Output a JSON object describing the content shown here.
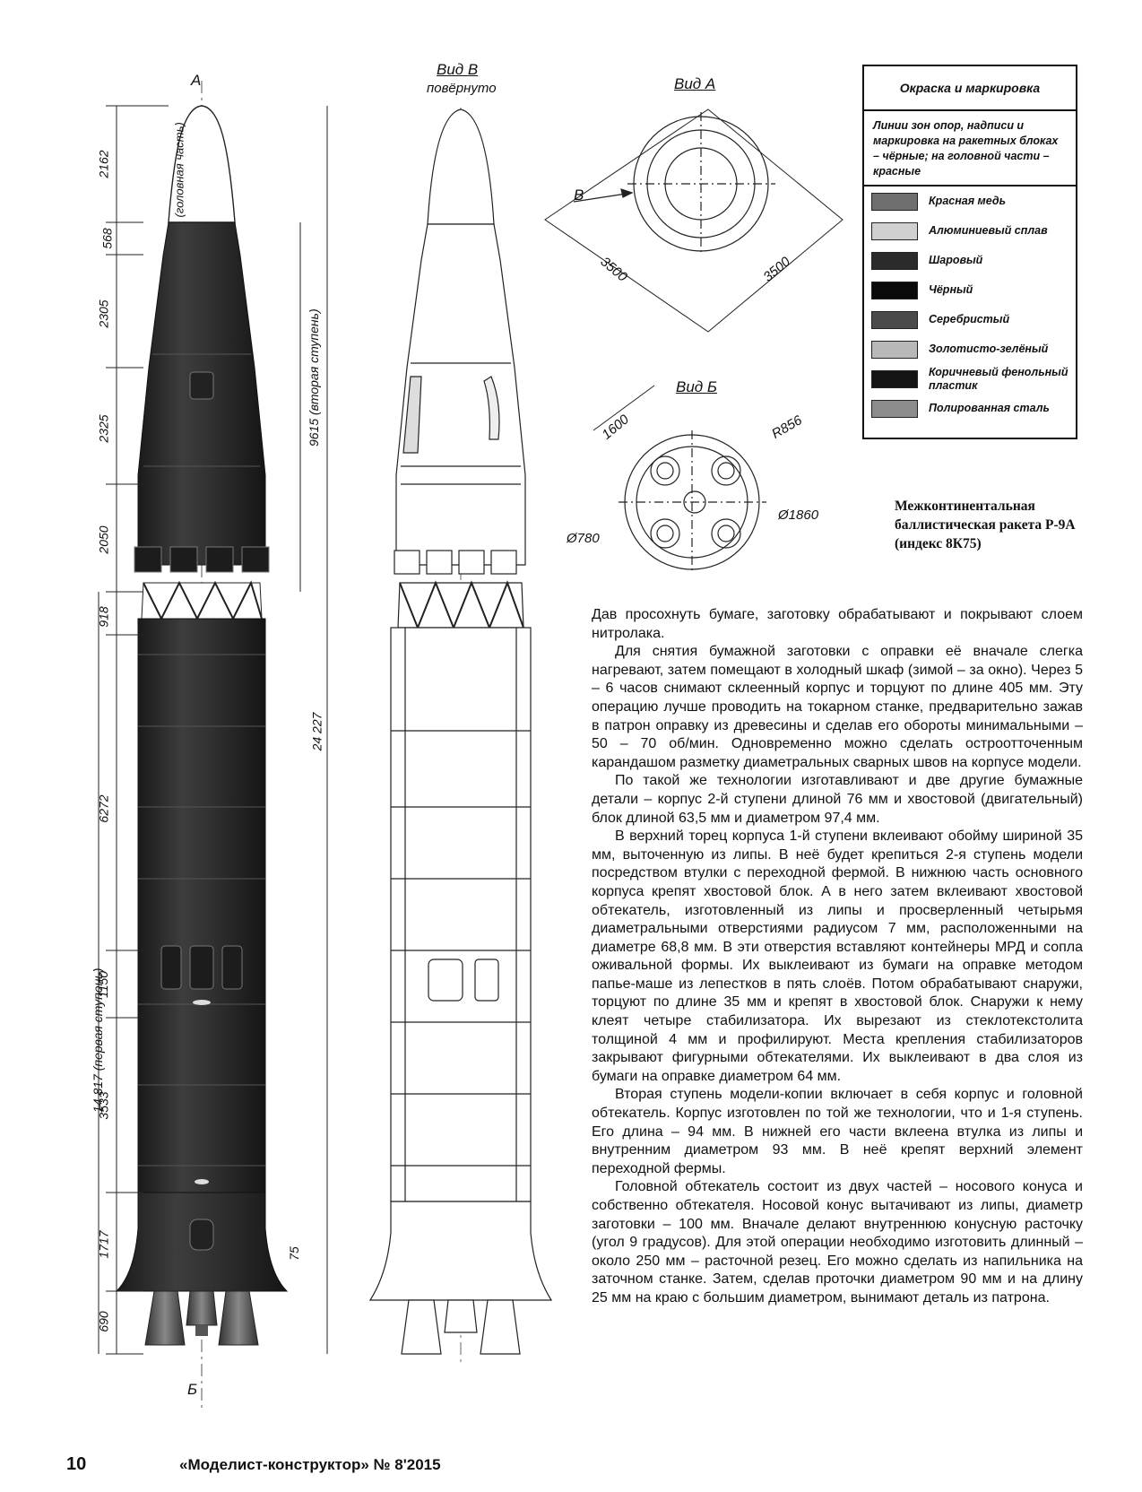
{
  "drawing": {
    "axis_top_label": "А",
    "axis_bottom_label": "Б",
    "view_b_title": "Вид В",
    "view_b_subtitle": "повёрнуто",
    "view_a_title": "Вид А",
    "view_a_arrow": "В",
    "view_a_dim1": "3500",
    "view_a_dim2": "3500",
    "view_b2_title": "Вид Б",
    "view_b2_dim_1600": "1600",
    "view_b2_dim_r856": "R856",
    "view_b2_dim_1860": "Ø1860",
    "view_b2_dim_780": "Ø780",
    "dim_2162": "2162",
    "dim_head_part": "(головная часть)",
    "dim_568": "568",
    "dim_2305": "2305",
    "dim_2325": "2325",
    "dim_2050": "2050",
    "dim_918": "918",
    "dim_6272": "6272",
    "dim_1150": "1150",
    "dim_3533": "3533",
    "dim_1717": "1717",
    "dim_690": "690",
    "dim_9615": "9615 (вторая ступень)",
    "dim_24227": "24 227",
    "dim_14817": "14 817 (первая ступень)",
    "dim_75": "75"
  },
  "legend": {
    "title": "Окраска и маркировка",
    "note": "Линии зон опор, надписи и маркировка на ракетных блоках – чёрные; на головной части – красные",
    "items": [
      {
        "label": "Красная медь",
        "color": "#6e6e6e"
      },
      {
        "label": "Алюминиевый сплав",
        "color": "#d0d0d0"
      },
      {
        "label": "Шаровый",
        "color": "#2b2b2b"
      },
      {
        "label": "Чёрный",
        "color": "#0a0a0a"
      },
      {
        "label": "Серебристый",
        "color": "#4a4a4a"
      },
      {
        "label": "Золотисто-зелёный",
        "color": "#b8b8b8"
      },
      {
        "label": "Коричневый фенольный пластик",
        "color": "#141414"
      },
      {
        "label": "Полированная сталь",
        "color": "#8c8c8c"
      }
    ]
  },
  "caption": "Межконтинентальная баллистическая ракета Р-9А (индекс 8К75)",
  "article": [
    "Дав просохнуть бумаге, заготовку обрабатывают и покрывают слоем нитролака.",
    "Для снятия бумажной заготовки с оправки её вначале слегка нагревают, затем помещают в холодный шкаф (зимой – за окно). Через 5 – 6 часов снимают склеенный корпус и торцуют по длине 405 мм. Эту операцию лучше проводить на токарном станке, предварительно зажав в патрон оправку из древесины и сделав его обороты минимальными – 50 – 70 об/мин. Одновременно можно сделать остроотточенным карандашом разметку диаметральных сварных швов на корпусе модели.",
    "По такой же технологии изготавливают и две другие бумажные детали – корпус 2-й ступени длиной 76 мм и хвостовой (двигательный) блок длиной 63,5 мм и диаметром 97,4 мм.",
    "В верхний торец корпуса 1-й ступени вклеивают обойму шириной 35 мм, выточенную из липы. В неё будет крепиться 2-я ступень модели посредством втулки с переходной фермой. В нижнюю часть основного корпуса крепят хвостовой блок. А в него затем вклеивают хвостовой обтекатель, изготовленный из липы и просверленный четырьмя диаметральными отверстиями радиусом 7 мм, расположенными на диаметре 68,8 мм. В эти отверстия вставляют контейнеры МРД и сопла оживальной формы. Их выклеивают из бумаги на оправке методом папье-маше из лепестков в пять слоёв. Потом обрабатывают снаружи, торцуют по длине 35 мм и крепят в хвостовой блок. Снаружи к нему клеят четыре стабилизатора. Их вырезают из стеклотекстолита толщиной 4 мм и профилируют. Места крепления стабилизаторов закрывают фигурными обтекателями. Их выклеивают в два слоя из бумаги на оправке диаметром 64 мм.",
    "Вторая ступень модели-копии включает в себя корпус и головной обтекатель. Корпус изготовлен по той же технологии, что и 1-я ступень. Его длина – 94 мм. В нижней его части вклеена втулка из липы и внутренним диаметром 93 мм. В неё крепят верхний элемент переходной фермы.",
    "Головной обтекатель состоит из двух частей – носового конуса и собственно обтекателя. Носовой конус вытачивают из липы, диаметр заготовки – 100 мм. Вначале делают внутреннюю конусную расточку (угол 9 градусов). Для этой операции необходимо изготовить длинный – около 250 мм – расточной резец. Его можно сделать из напильника на заточном станке. Затем, сделав проточки диаметром 90 мм и на длину 25 мм на краю с большим диаметром, вынимают деталь из патрона."
  ],
  "footer": {
    "page_number": "10",
    "magazine": "«Моделист-конструктор» № 8'2015"
  }
}
